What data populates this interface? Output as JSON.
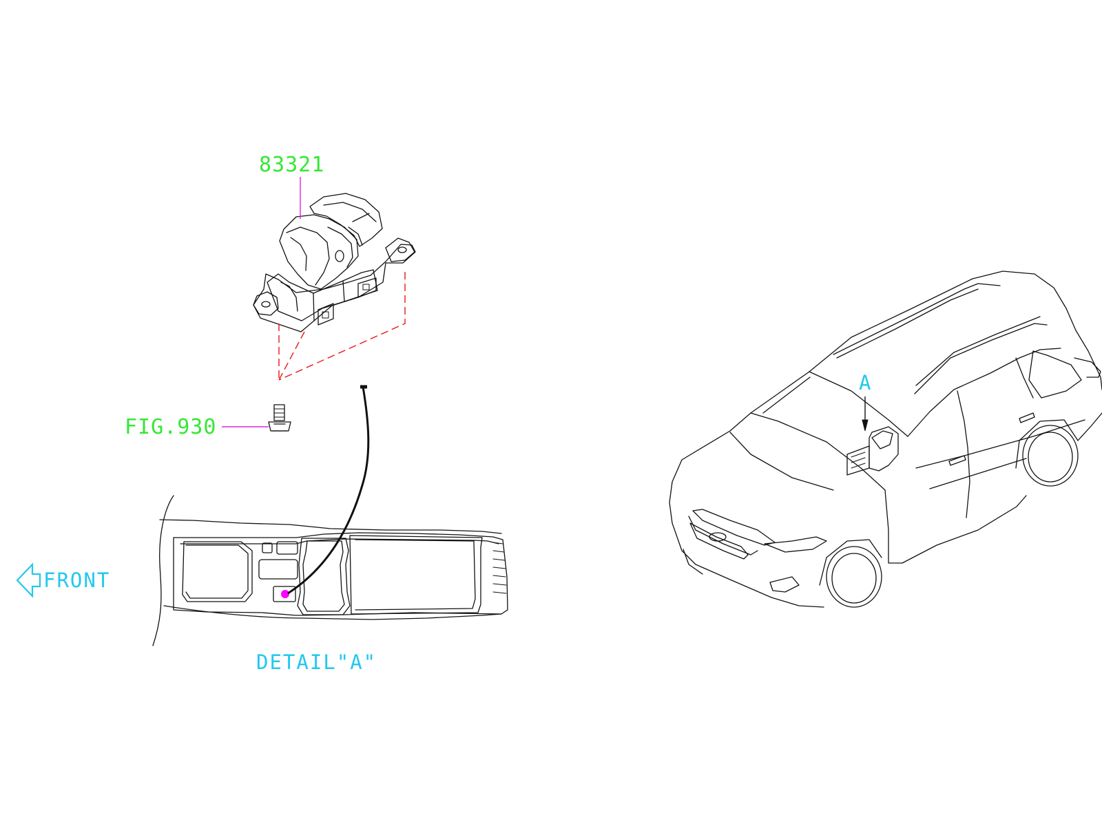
{
  "labels": {
    "part_number": "83321",
    "fig_reference": "FIG.930",
    "front_indicator": "FRONT",
    "view_marker": "A",
    "detail_caption": "DETAIL\"A\""
  },
  "colors": {
    "part_label": "#34e834",
    "view_label": "#22c8ee",
    "leader_line": "#e020e0",
    "hidden_line": "#e8242a",
    "outline": "#111111",
    "location_marker": "#ff00ff"
  }
}
